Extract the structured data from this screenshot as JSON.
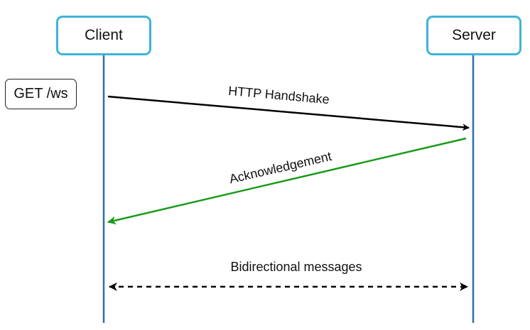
{
  "actors": {
    "client": "Client",
    "server": "Server"
  },
  "request_note": "GET /ws",
  "messages": {
    "handshake": "HTTP Handshake",
    "ack": "Acknowledgement",
    "bidirectional": "Bidirectional messages"
  },
  "colors": {
    "lifeline": "#2e6fa8",
    "actor_border": "#3fb3d8",
    "handshake": "#000000",
    "ack": "#1a9a1a"
  }
}
